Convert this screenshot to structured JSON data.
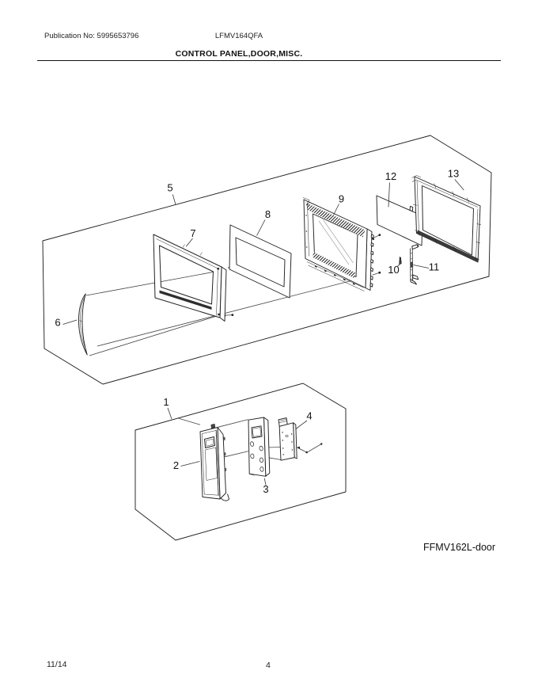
{
  "header": {
    "publication": "Publication No: 5995653796",
    "model": "LFMV164QFA",
    "title": "CONTROL PANEL,DOOR,MISC."
  },
  "diagram": {
    "caption": "FFMV162L-door",
    "callouts": [
      {
        "number": "1"
      },
      {
        "number": "2"
      },
      {
        "number": "3"
      },
      {
        "number": "4"
      },
      {
        "number": "5"
      },
      {
        "number": "6"
      },
      {
        "number": "7"
      },
      {
        "number": "8"
      },
      {
        "number": "9"
      },
      {
        "number": "10"
      },
      {
        "number": "11"
      },
      {
        "number": "12"
      },
      {
        "number": "13"
      }
    ]
  },
  "footer": {
    "date": "11/14",
    "page": "4"
  },
  "colors": {
    "line": "#222222",
    "background": "#ffffff",
    "shade": "#3a3a3a"
  }
}
